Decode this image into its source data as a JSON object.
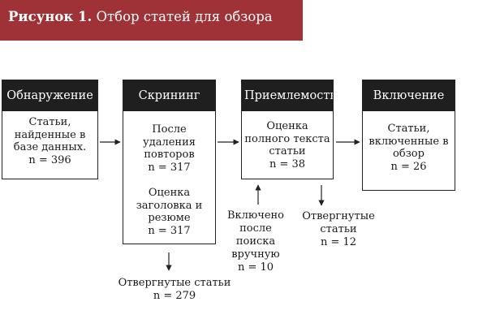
{
  "header": {
    "title_bold": "Рисунок 1.",
    "title_rest": " Отбор статей для обзора",
    "background_color": "#9e3237"
  },
  "stages": {
    "discovery": {
      "label": "Обнаружение",
      "lines": [
        "Статьи,",
        "найденные в",
        "базе данных."
      ],
      "count": "n = 396"
    },
    "screening": {
      "label": "Скрининг",
      "lines_1": [
        "После",
        "удаления",
        "повторов"
      ],
      "count_1": "n = 317",
      "lines_2": [
        "Оценка",
        "заголовка и",
        "резюме"
      ],
      "count_2": "n = 317"
    },
    "eligibility": {
      "label": "Приемлемость",
      "lines": [
        "Оценка",
        "полного текста",
        "статьи"
      ],
      "count": "n = 38"
    },
    "inclusion": {
      "label": "Включение",
      "lines": [
        "Статьи,",
        "включенные в",
        "обзор"
      ],
      "count": "n = 26"
    }
  },
  "side_notes": {
    "screening_rejected": {
      "text": "Отвергнутые статьи",
      "count": "n = 279"
    },
    "manual_included": {
      "lines": [
        "Включено",
        "после",
        "поиска",
        "вручную"
      ],
      "count": "n = 10"
    },
    "eligibility_rejected": {
      "lines": [
        "Отвергнутые",
        "статьи"
      ],
      "count": "n = 12"
    }
  }
}
